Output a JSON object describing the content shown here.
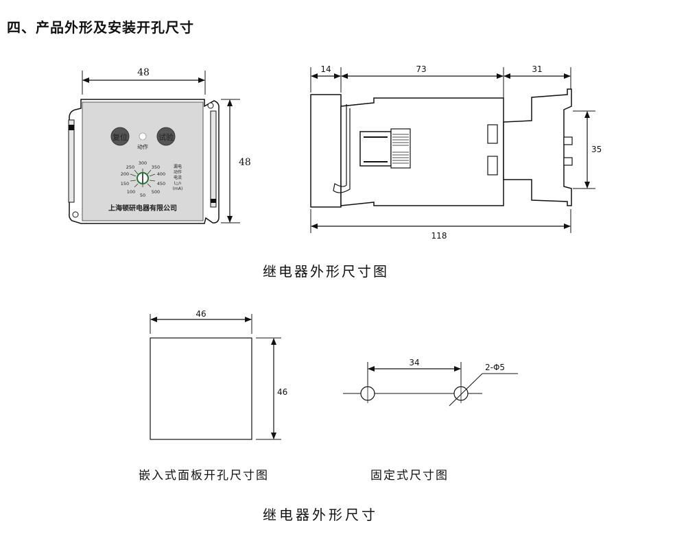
{
  "section_title": "四、产品外形及安装开孔尺寸",
  "front_view": {
    "width": "48",
    "height": "48",
    "reset_label": "复位",
    "test_label": "试验",
    "action_label": "动作",
    "dial_values": [
      "300",
      "250",
      "350",
      "200",
      "400",
      "150",
      "450",
      "100",
      "50",
      "500"
    ],
    "dial_caption": [
      "漏电",
      "动作",
      "电流",
      "I△n",
      "(mA)"
    ],
    "company": "上海顿研电器有限公司"
  },
  "side_view": {
    "front_depth": "14",
    "body_depth": "73",
    "base_depth": "31",
    "total_depth": "118",
    "rail_height": "35"
  },
  "caption_relay": "继电器外形尺寸图",
  "cutout": {
    "width": "46",
    "height": "46",
    "caption": "嵌入式面板开孔尺寸图"
  },
  "fixing": {
    "spacing": "34",
    "holes": "2-Φ5",
    "caption": "固定式尺寸图"
  },
  "caption_bottom": "继电器外形尺寸"
}
